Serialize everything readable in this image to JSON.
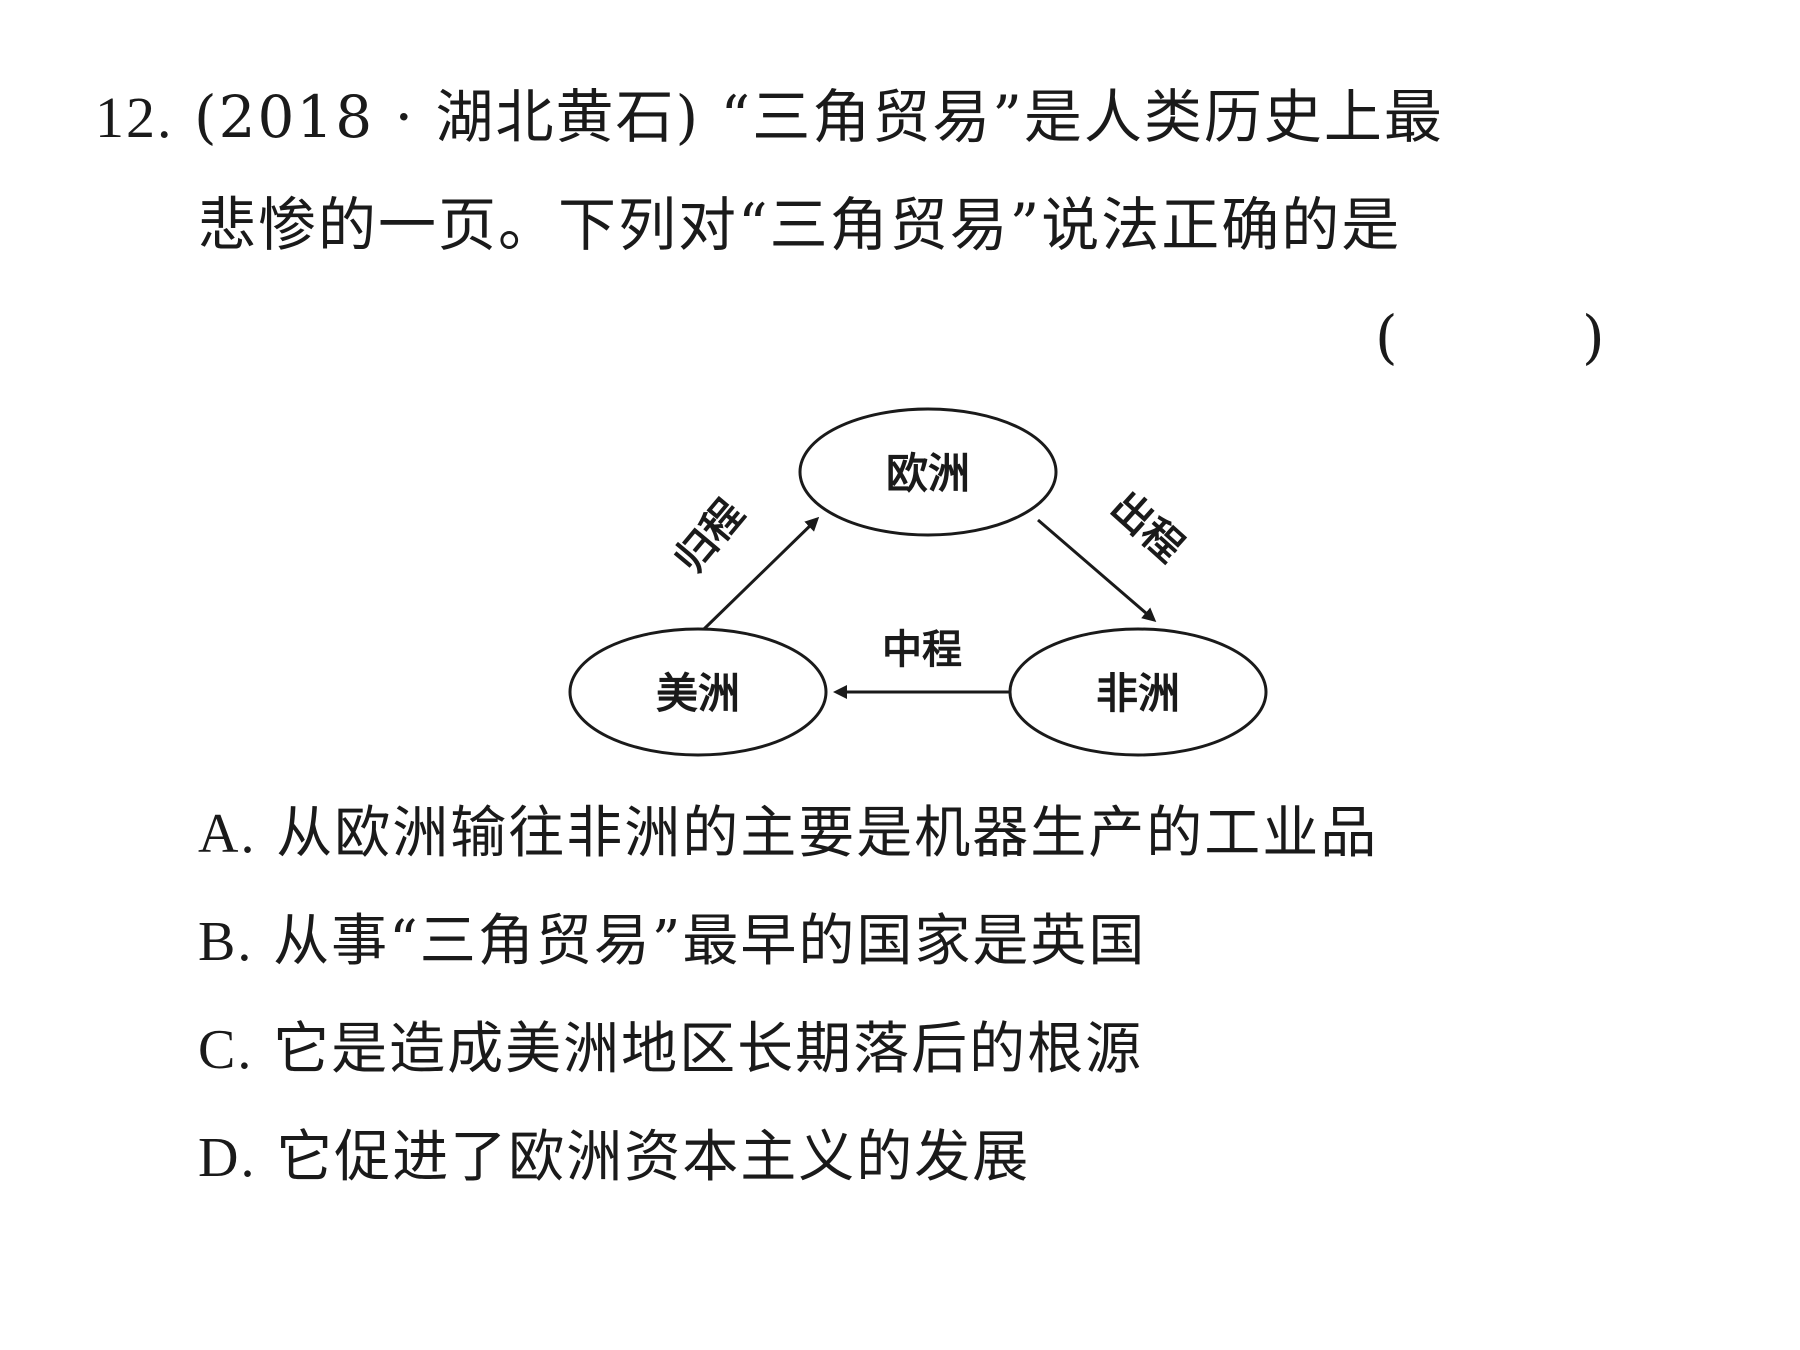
{
  "question": {
    "number": "12.",
    "source": "(2018 · 湖北黄石)",
    "stem_line1_rest": "“三角贸易”是人类历史上最",
    "stem_line2": "悲惨的一页。下列对“三角贸易”说法正确的是",
    "answer_blank": "(          )"
  },
  "diagram": {
    "nodes": {
      "europe": "欧洲",
      "africa": "非洲",
      "america": "美洲"
    },
    "legs": {
      "outbound": "出程",
      "middle": "中程",
      "return": "归程"
    }
  },
  "options": [
    {
      "letter": "A.",
      "text": "从欧洲输往非洲的主要是机器生产的工业品"
    },
    {
      "letter": "B.",
      "text": "从事“三角贸易”最早的国家是英国"
    },
    {
      "letter": "C.",
      "text": "它是造成美洲地区长期落后的根源"
    },
    {
      "letter": "D.",
      "text": "它促进了欧洲资本主义的发展"
    }
  ]
}
